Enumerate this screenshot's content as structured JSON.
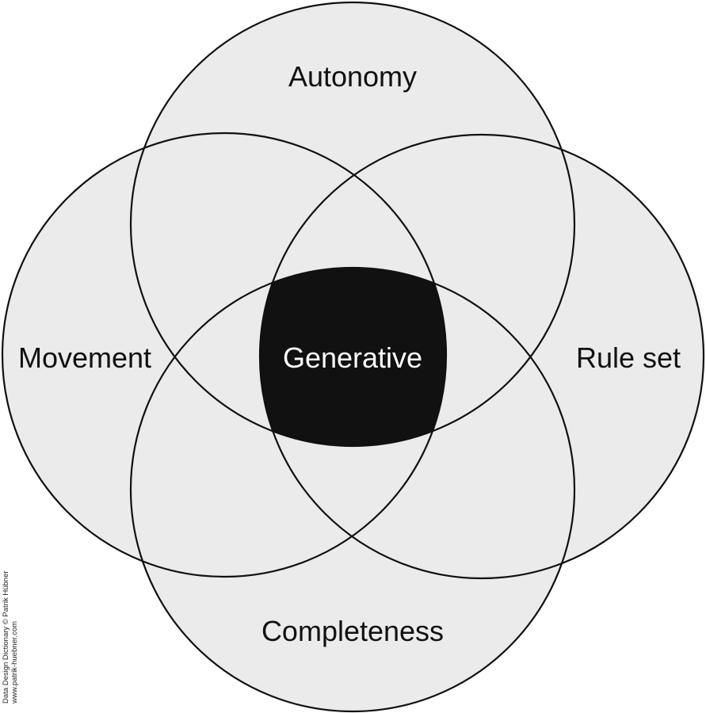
{
  "diagram": {
    "type": "venn",
    "sets": [
      {
        "label": "Autonomy"
      },
      {
        "label": "Movement"
      },
      {
        "label": "Rule set"
      },
      {
        "label": "Completeness"
      }
    ],
    "intersection_label": "Generative",
    "colors": {
      "circle_fill": "#ebebeb",
      "stroke": "#111111",
      "intersection_fill": "#111111",
      "intersection_text": "#ffffff"
    }
  },
  "credit": {
    "line1": "Data Design Dictionary © Patrik Hübner",
    "line2": "www.patrik-huebner.com"
  }
}
